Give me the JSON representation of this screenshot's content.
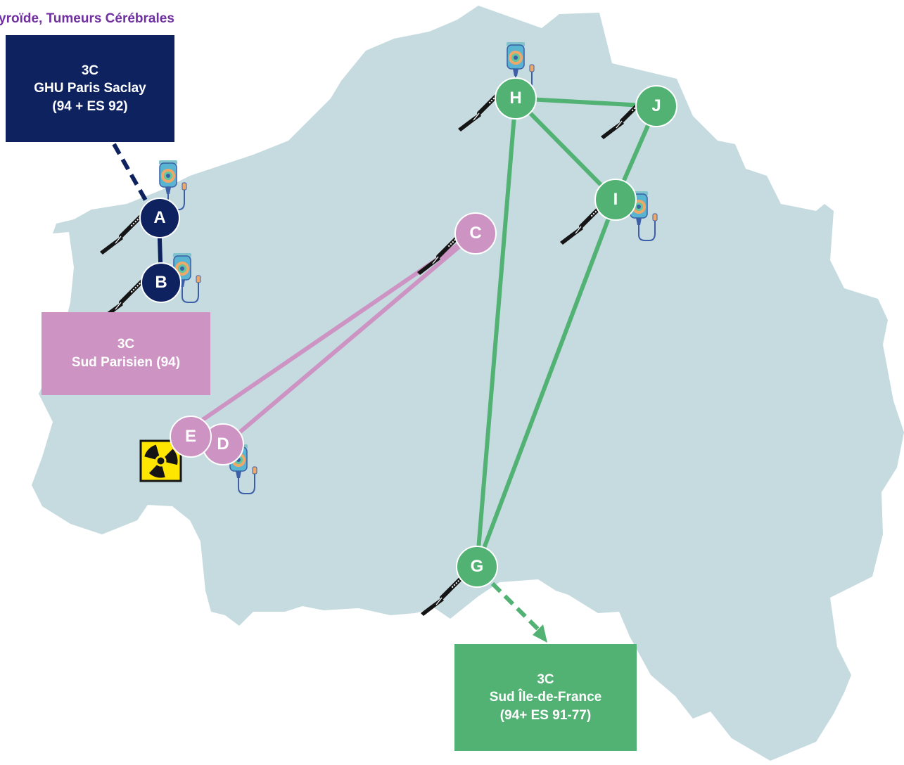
{
  "title": "yroïde, Tumeurs Cérébrales",
  "colors": {
    "map": "#c5dbe0",
    "navy": "#0e2260",
    "pink": "#cc93c3",
    "green": "#51b273",
    "title": "#7030a0",
    "radiation": "#ffe600"
  },
  "boxes": {
    "ghu": {
      "line1": "3C",
      "line2": "GHU Paris Saclay",
      "line3": "(94 + ES 92)"
    },
    "sud_parisien": {
      "line1": "3C",
      "line2": "Sud Parisien (94)"
    },
    "sud_idf": {
      "line1": "3C",
      "line2": "Sud Île-de-France",
      "line3": "(94+ ES 91-77)"
    }
  },
  "nodes": {
    "A": "A",
    "B": "B",
    "C": "C",
    "D": "D",
    "E": "E",
    "G": "G",
    "H": "H",
    "I": "I",
    "J": "J"
  },
  "icons": [
    "scalpel-icon",
    "iv-drip-chemotherapy-icon",
    "radiation-icon"
  ]
}
